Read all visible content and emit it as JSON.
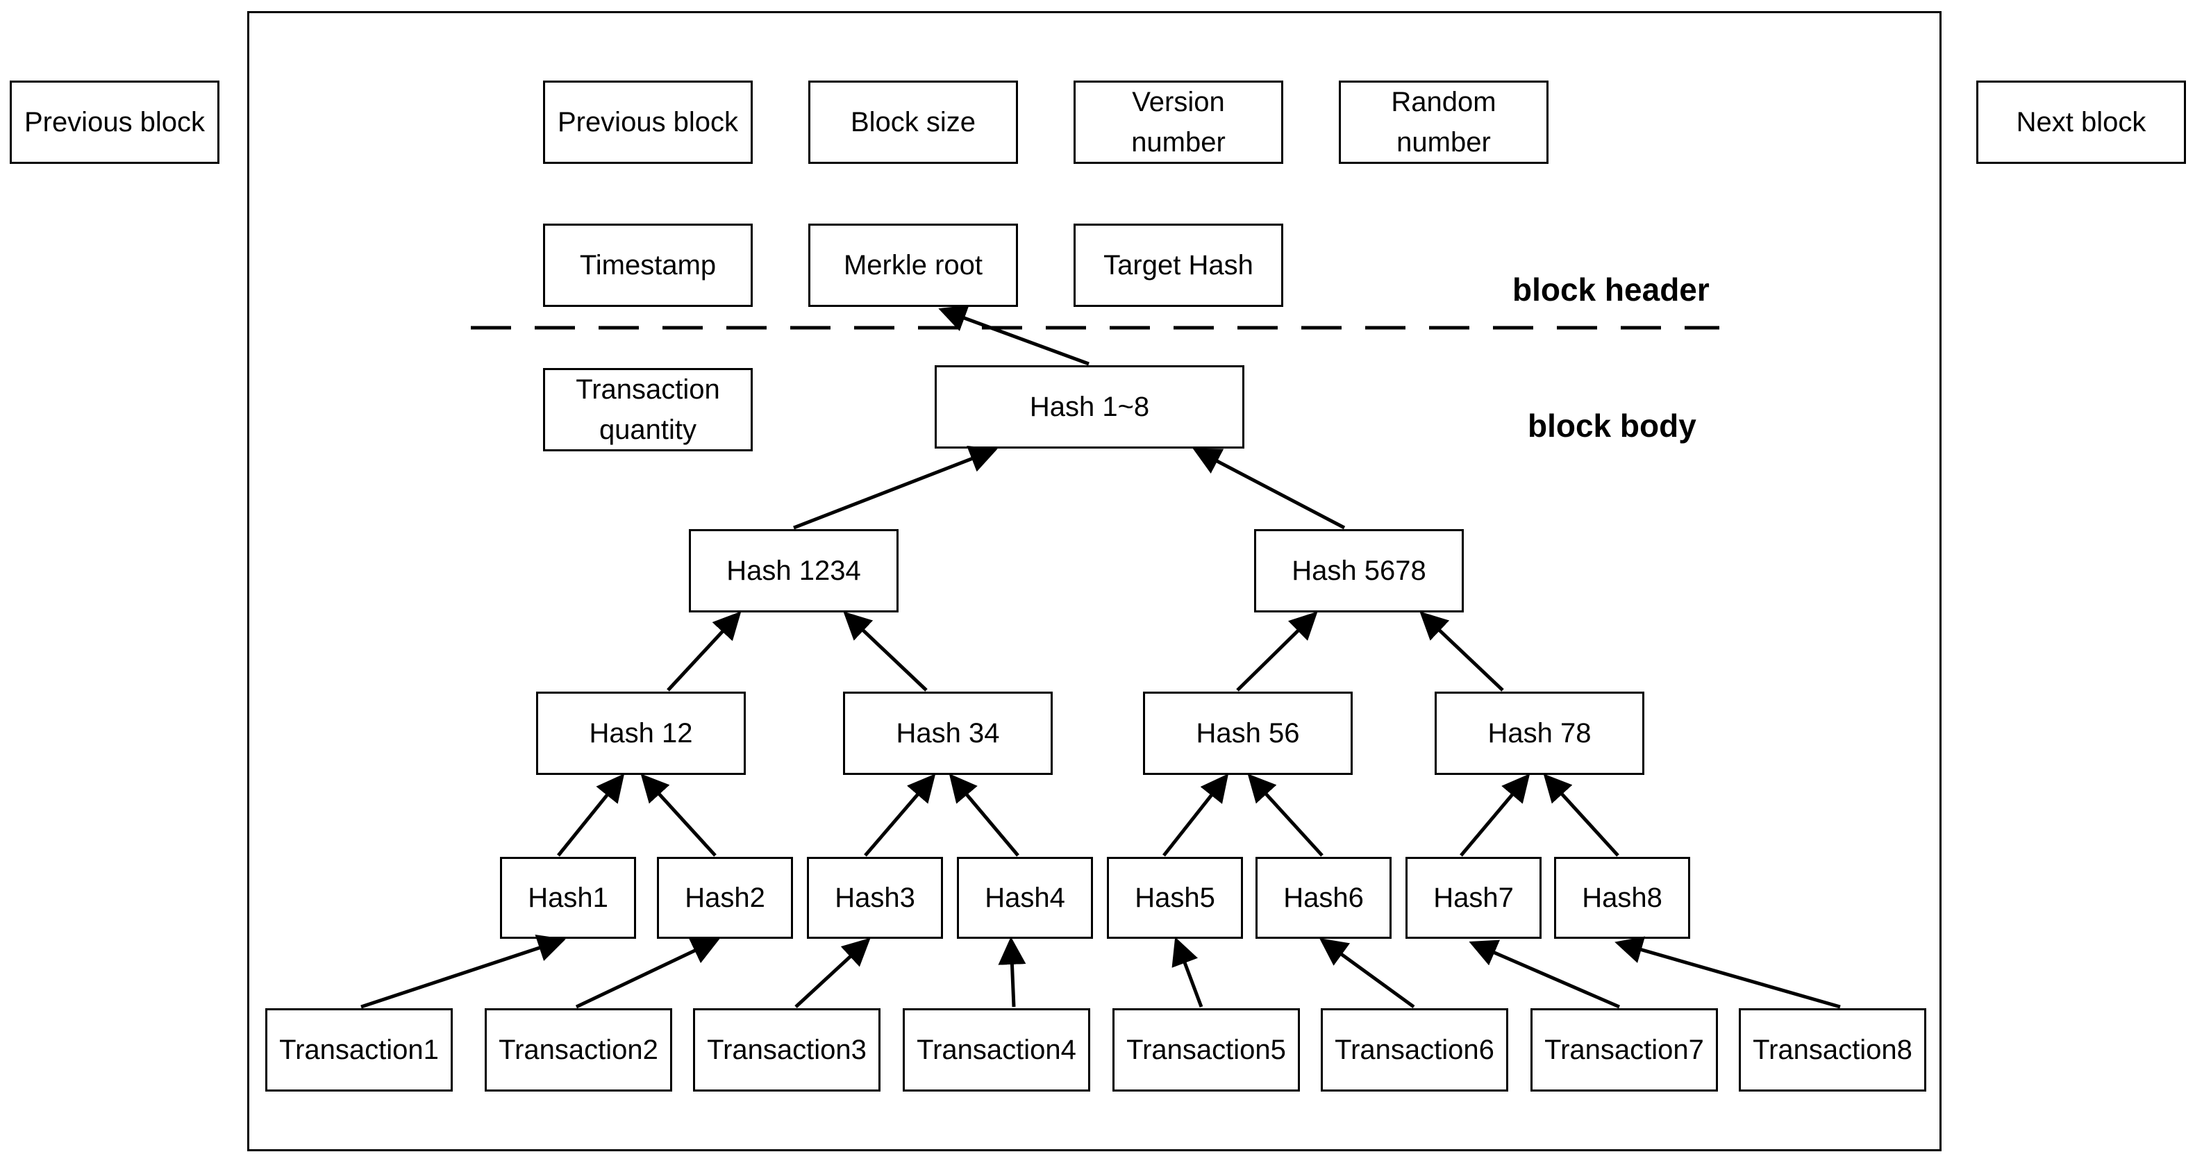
{
  "outer_blocks": {
    "previous": "Previous block",
    "next": "Next block"
  },
  "header": {
    "fields": [
      "Previous block",
      "Block size",
      "Version\nnumber",
      "Random\nnumber",
      "Timestamp",
      "Merkle root",
      "Target Hash"
    ],
    "label": "block header"
  },
  "body": {
    "label": "block body",
    "transaction_quantity": "Transaction\nquantity",
    "root": "Hash 1~8",
    "level2": [
      "Hash 1234",
      "Hash 5678"
    ],
    "level3": [
      "Hash 12",
      "Hash 34",
      "Hash 56",
      "Hash 78"
    ],
    "leaf_hashes": [
      "Hash1",
      "Hash2",
      "Hash3",
      "Hash4",
      "Hash5",
      "Hash6",
      "Hash7",
      "Hash8"
    ],
    "transactions": [
      "Transaction1",
      "Transaction2",
      "Transaction3",
      "Transaction4",
      "Transaction5",
      "Transaction6",
      "Transaction7",
      "Transaction8"
    ]
  }
}
